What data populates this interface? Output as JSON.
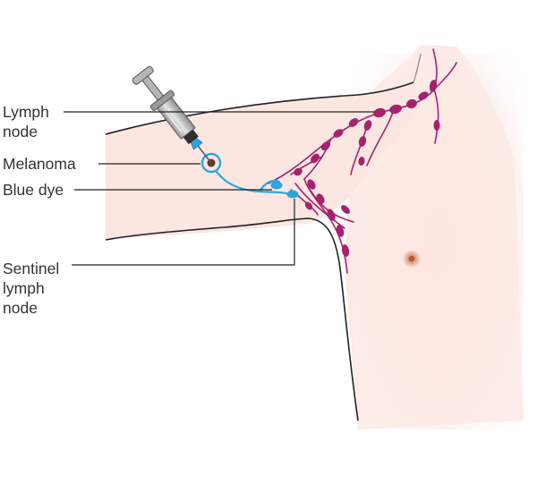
{
  "labels": {
    "lymph_node": "Lymph node",
    "melanoma": "Melanoma",
    "blue_dye": "Blue dye",
    "sentinel_lymph_node": "Sentinel lymph node"
  },
  "colors": {
    "skin": "#fbe6e1",
    "skin_outline": "#222222",
    "lymph": "#a4226e",
    "dye": "#2aa6df",
    "melanoma": "#6b3420",
    "nipple": "#d6906f",
    "syringe_body": "#bfbfbf",
    "leader_line": "#222222"
  },
  "icons": {
    "syringe": "syringe-icon"
  }
}
